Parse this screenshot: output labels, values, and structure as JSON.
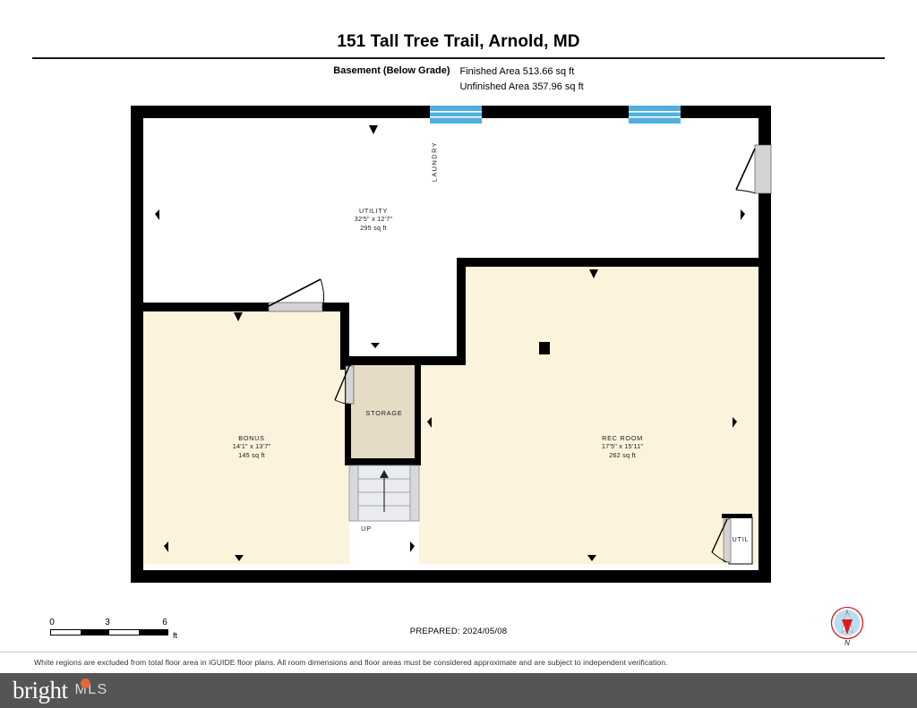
{
  "header": {
    "title": "151 Tall Tree Trail, Arnold, MD",
    "level_label": "Basement (Below Grade)",
    "finished_area": "Finished Area 513.66 sq ft",
    "unfinished_area": "Unfinished Area 357.96 sq ft"
  },
  "rooms": [
    {
      "name": "UTILITY",
      "dimensions": "32'5\" x 12'7\"",
      "area": "295 sq ft"
    },
    {
      "name": "BONUS",
      "dimensions": "14'1\" x 13'7\"",
      "area": "145 sq ft"
    },
    {
      "name": "REC ROOM",
      "dimensions": "17'5\" x 15'11\"",
      "area": "262 sq ft"
    }
  ],
  "annotations": {
    "laundry": "LAUNDRY",
    "storage": "STORAGE",
    "stairs_direction": "UP",
    "utility_closet": "UTIL"
  },
  "scale": {
    "tick_0": "0",
    "tick_mid": "3",
    "tick_end": "6",
    "unit": "ft"
  },
  "prepared": "PREPARED: 2024/05/08",
  "compass": {
    "north_label": "N"
  },
  "footer": {
    "disclaimer": "White regions are excluded from total floor area in iGUIDE floor plans. All room dimensions and floor areas must be considered approximate and are subject to independent verification.",
    "brand_name": "bright",
    "brand_suffix": "MLS"
  },
  "colors": {
    "wall": "#000000",
    "finished_fill": "#fcf3dc",
    "storage_fill": "#e6dcc6",
    "unfinished_fill": "#ffffff",
    "window": "#4fb0e0",
    "door_panel": "#d4d4d4",
    "stair_tread": "#d7d9dc",
    "brand_bar": "#555555",
    "brand_accent": "#e4673c",
    "compass_disc": "#b9def2",
    "compass_needle": "#e01b1b"
  }
}
